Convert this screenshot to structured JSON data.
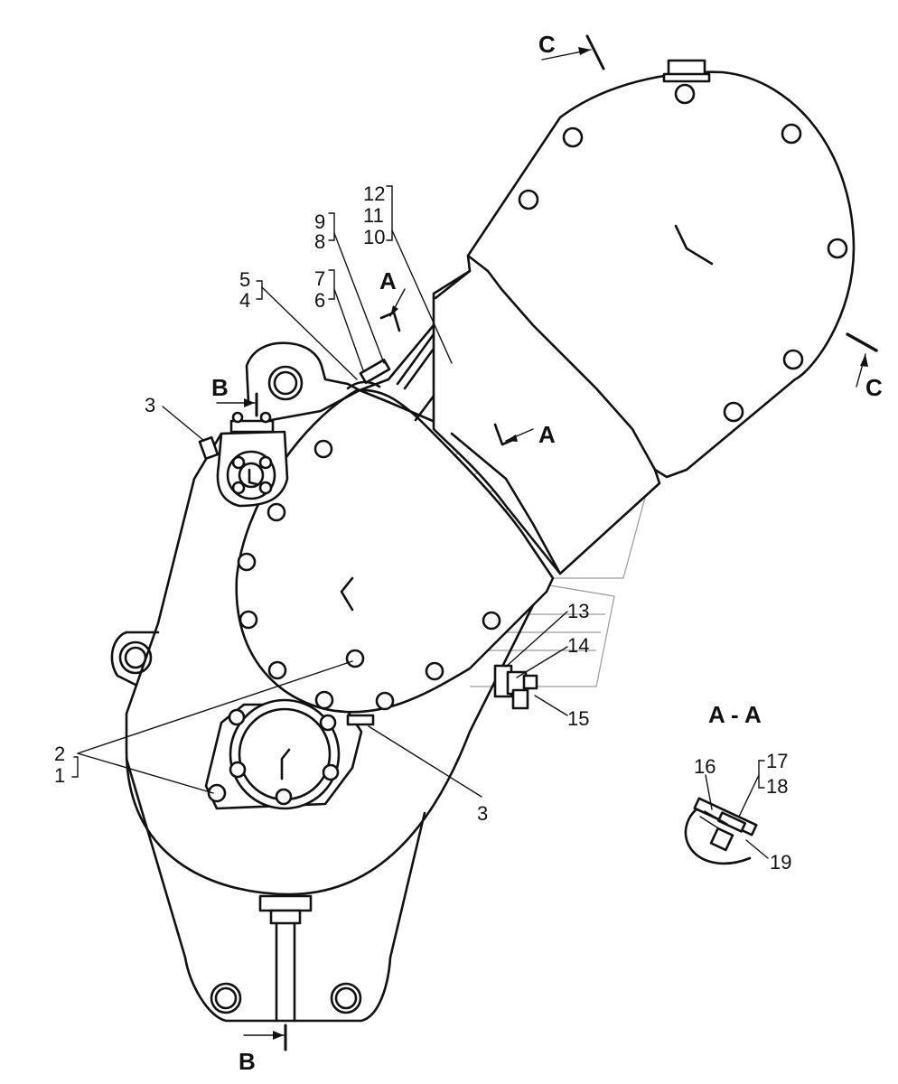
{
  "section_markers": {
    "c_top": "C",
    "c_right": "C",
    "a_top": "A",
    "a_right": "A",
    "b_top": "B",
    "b_bottom": "B"
  },
  "detail_title": "A - A",
  "callouts": {
    "n1": "1",
    "n2": "2",
    "n3a": "3",
    "n3b": "3",
    "n4": "4",
    "n5": "5",
    "n6": "6",
    "n7": "7",
    "n8": "8",
    "n9": "9",
    "n10": "10",
    "n11": "11",
    "n12": "12",
    "n13": "13",
    "n14": "14",
    "n15": "15",
    "n16": "16",
    "n17": "17",
    "n18": "18",
    "n19": "19"
  }
}
